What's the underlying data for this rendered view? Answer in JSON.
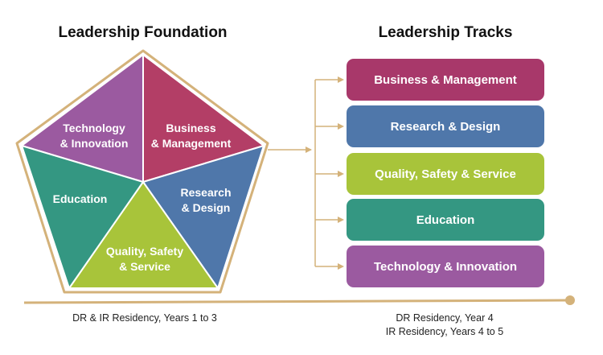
{
  "foundation": {
    "title": "Leadership Foundation",
    "segments": [
      {
        "label_1": "Technology",
        "label_2": "& Innovation",
        "color": "#9b5aa0"
      },
      {
        "label_1": "Business",
        "label_2": "& Management",
        "color": "#b33e66"
      },
      {
        "label_1": "Research",
        "label_2": "& Design",
        "color": "#4f77aa"
      },
      {
        "label_1": "Quality, Safety",
        "label_2": "& Service",
        "color": "#a8c43a"
      },
      {
        "label_1": "Education",
        "label_2": "",
        "color": "#349782"
      }
    ],
    "border_color": "#d4b27a"
  },
  "tracks": {
    "title": "Leadership Tracks",
    "items": [
      {
        "label": "Business & Management",
        "color": "#a8386a"
      },
      {
        "label": "Research & Design",
        "color": "#4f77aa"
      },
      {
        "label": "Quality, Safety & Service",
        "color": "#a8c43a"
      },
      {
        "label": "Education",
        "color": "#349782"
      },
      {
        "label": "Technology & Innovation",
        "color": "#9b5aa0"
      }
    ]
  },
  "timeline": {
    "line_color": "#d4b27a",
    "left_caption": "DR & IR Residency, Years 1 to 3",
    "right_caption_1": "DR Residency, Year 4",
    "right_caption_2": "IR Residency, Years 4 to 5"
  }
}
